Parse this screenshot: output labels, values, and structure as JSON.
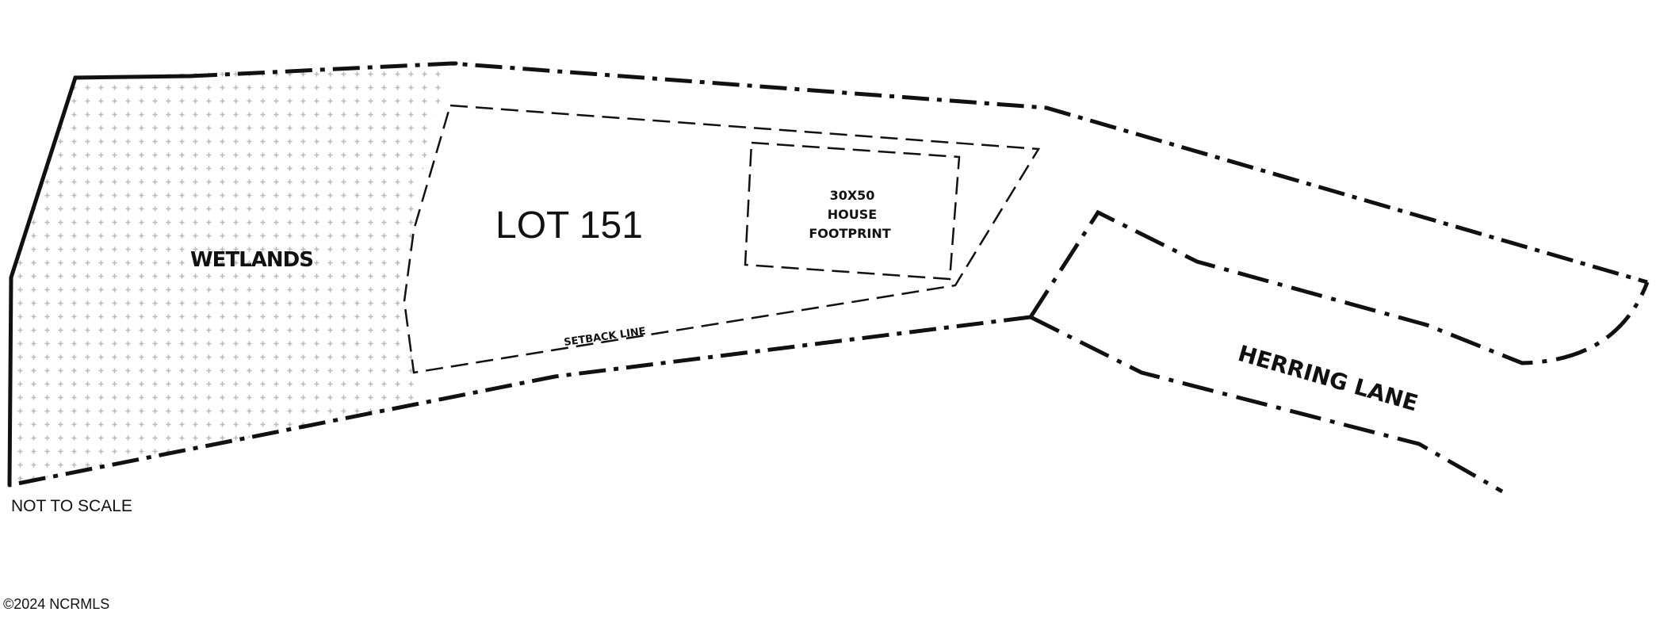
{
  "lot_label": "LOT 151",
  "wetlands_label": "WETLANDS",
  "house_footprint": {
    "line1": "30X50",
    "line2": "HOUSE",
    "line3": "FOOTPRINT"
  },
  "setback_label": "SETBACK LINE",
  "road_label": "HERRING LANE",
  "scale_note": "NOT TO SCALE",
  "copyright": "©2024 NCRMLS",
  "colors": {
    "line": "#111111",
    "hatch": "#b9b9b9",
    "background": "#ffffff"
  }
}
